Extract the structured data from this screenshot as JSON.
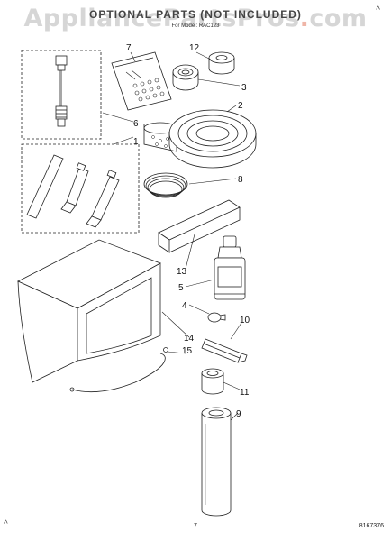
{
  "header": {
    "title": "OPTIONAL PARTS (NOT INCLUDED)",
    "subtitle": "For Model: RAC123"
  },
  "watermark": {
    "brand": "AppliancePartsPros",
    "dot": ".",
    "tld": "com"
  },
  "parts": [
    {
      "number": "1"
    },
    {
      "number": "2"
    },
    {
      "number": "3"
    },
    {
      "number": "4"
    },
    {
      "number": "5"
    },
    {
      "number": "6"
    },
    {
      "number": "7"
    },
    {
      "number": "8"
    },
    {
      "number": "9"
    },
    {
      "number": "10"
    },
    {
      "number": "11"
    },
    {
      "number": "12"
    },
    {
      "number": "13"
    },
    {
      "number": "14"
    },
    {
      "number": "15"
    }
  ],
  "footer": {
    "page_number": "7",
    "doc_number": "8167376"
  },
  "corner_marks": {
    "top_right": "^",
    "bottom_left": "^"
  }
}
